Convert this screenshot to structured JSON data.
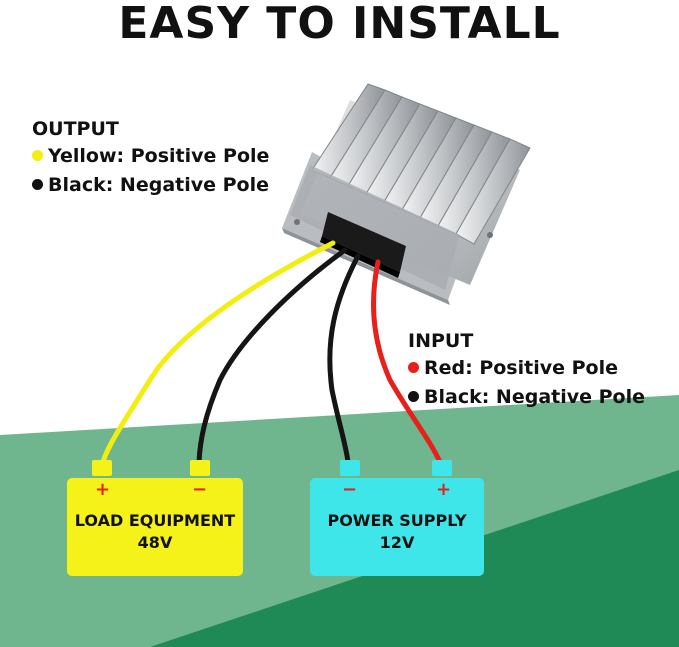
{
  "title": "EASY TO INSTALL",
  "output": {
    "heading": "OUTPUT",
    "items": [
      {
        "color": "#f2ee10",
        "text": "Yellow: Positive Pole"
      },
      {
        "color": "#111111",
        "text": "Black: Negative Pole"
      }
    ]
  },
  "input": {
    "heading": "INPUT",
    "items": [
      {
        "color": "#e8201c",
        "text": "Red: Positive Pole"
      },
      {
        "color": "#111111",
        "text": "Black: Negative Pole"
      }
    ]
  },
  "load_equipment": {
    "label": "LOAD EQUIPMENT",
    "voltage": "48V",
    "plus": "+",
    "minus": "−"
  },
  "power_supply": {
    "label": "POWER SUPPLY",
    "voltage": "12V",
    "plus": "+",
    "minus": "−"
  },
  "colors": {
    "background_light_green": "#6fb68f",
    "background_dark_green": "#1f8a55",
    "wire_yellow": "#f2ee10",
    "wire_black": "#151515",
    "wire_red": "#e8201c",
    "load_box": "#f5f21a",
    "supply_box": "#3ee6ea"
  }
}
